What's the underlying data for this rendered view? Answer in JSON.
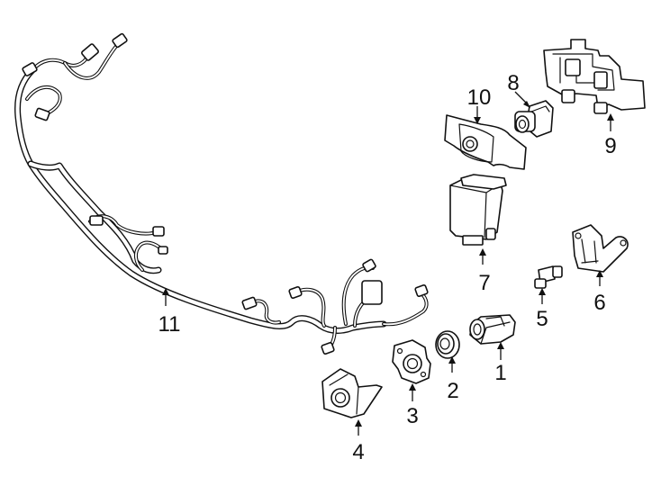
{
  "callouts": [
    {
      "number": "1",
      "part": "sensor"
    },
    {
      "number": "2",
      "part": "sensor-ring"
    },
    {
      "number": "3",
      "part": "sensor-bracket"
    },
    {
      "number": "4",
      "part": "sensor-housing"
    },
    {
      "number": "5",
      "part": "small-sensor"
    },
    {
      "number": "6",
      "part": "mounting-bracket"
    },
    {
      "number": "7",
      "part": "control-module"
    },
    {
      "number": "8",
      "part": "camera"
    },
    {
      "number": "9",
      "part": "camera-bracket"
    },
    {
      "number": "10",
      "part": "camera-cover"
    },
    {
      "number": "11",
      "part": "wiring-harness"
    }
  ]
}
